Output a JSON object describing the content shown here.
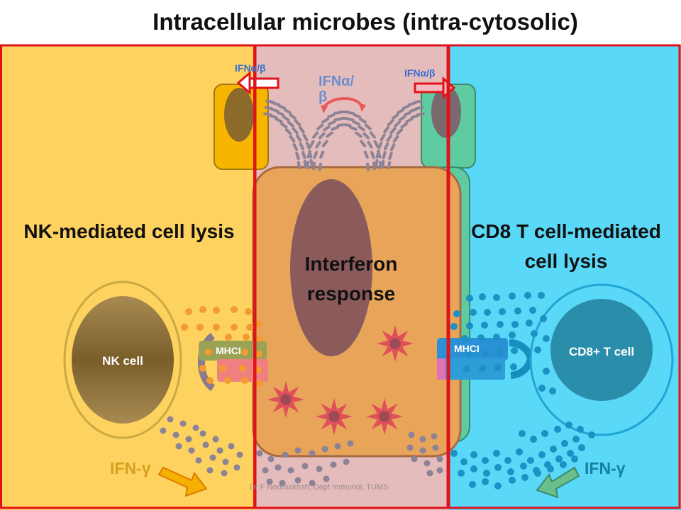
{
  "title": "Intracellular microbes (intra-cytosolic)",
  "panels": {
    "left": "NK-mediated cell lysis",
    "center": "Interferon response",
    "right": "CD8 T cell-mediated cell lysis"
  },
  "labels": {
    "ifn_ab_left": "IFNα/β",
    "ifn_ab_center": "IFNα/β",
    "ifn_ab_right": "IFNα/β",
    "nk_cell": "NK cell",
    "cd8_cell": "CD8+ T cell",
    "mhc_left": "MHCI",
    "mhc_right": "MHCI",
    "ifn_gamma_left": "IFN-γ",
    "ifn_gamma_right": "IFN-γ",
    "credit": "Dr F Noorbakhsh, Dept Immunol, TUMS"
  },
  "colors": {
    "left_panel": "#fdd25f",
    "center_panel": "#e5bcbc",
    "right_panel": "#5ad8f7",
    "panel_border": "#e2121b",
    "infected_cell": "#e8a55a",
    "nucleus": "#8b5b5b",
    "nk_outline": "#c9a943",
    "cd8_nucleus": "#2a8eaa",
    "cd8_outline": "#1fa6d6",
    "orange_granule": "#f39a32",
    "blue_granule": "#1b91c4",
    "grey_granule": "#8c8396",
    "virus": "#e0505a",
    "arrow_gold": "#f5b100",
    "arrow_green": "#6abf8a",
    "small_label": "#3a6fd0"
  }
}
